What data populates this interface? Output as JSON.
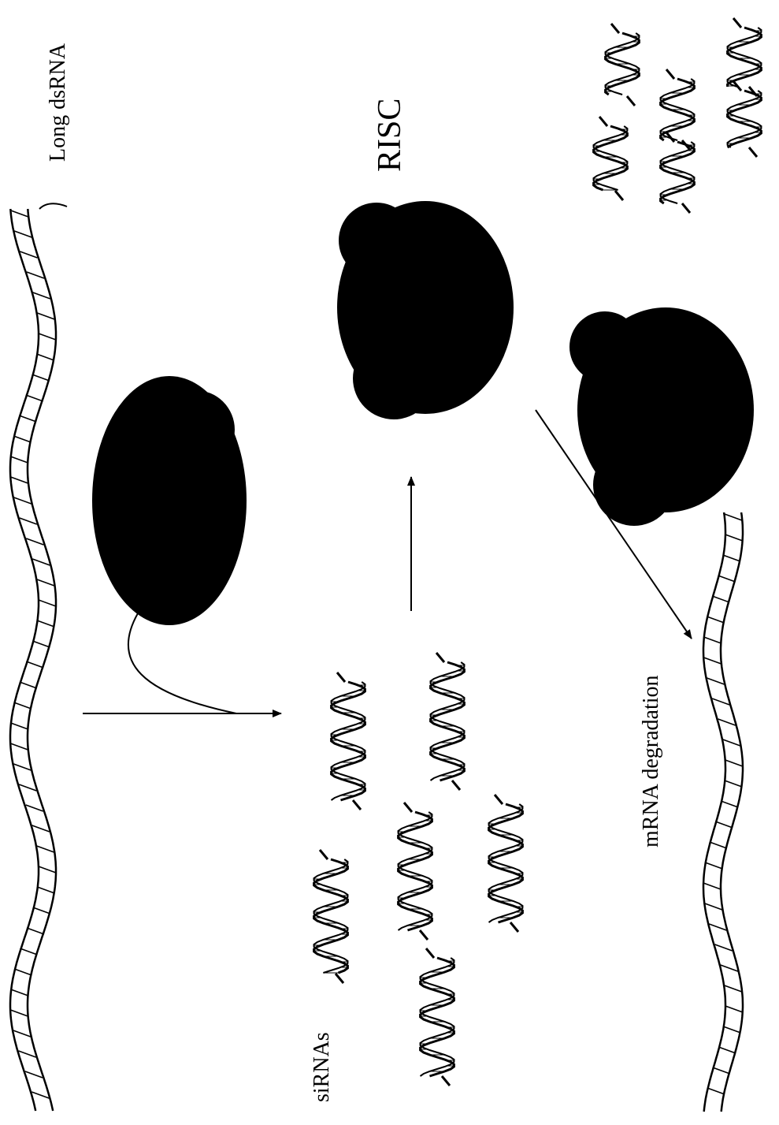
{
  "labels": {
    "long_dsrna": "Long dsRNA",
    "risc": "RISC",
    "sirnas": "siRNAs",
    "mrna_degradation": "mRNA degradation"
  }
}
